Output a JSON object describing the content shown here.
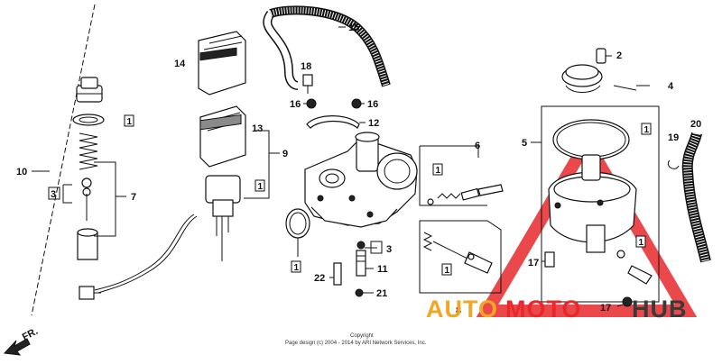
{
  "diagram": {
    "callouts": [
      {
        "id": "c1",
        "label": "1"
      },
      {
        "id": "c2",
        "label": "2"
      },
      {
        "id": "c3",
        "label": "3"
      },
      {
        "id": "c3b",
        "label": "3"
      },
      {
        "id": "c4",
        "label": "4"
      },
      {
        "id": "c5",
        "label": "5"
      },
      {
        "id": "c6",
        "label": "6"
      },
      {
        "id": "c7",
        "label": "7"
      },
      {
        "id": "c8",
        "label": "8"
      },
      {
        "id": "c9",
        "label": "9"
      },
      {
        "id": "c10",
        "label": "10"
      },
      {
        "id": "c11",
        "label": "11"
      },
      {
        "id": "c12",
        "label": "12"
      },
      {
        "id": "c13",
        "label": "13"
      },
      {
        "id": "c14",
        "label": "14"
      },
      {
        "id": "c15",
        "label": "15"
      },
      {
        "id": "c16a",
        "label": "16"
      },
      {
        "id": "c16b",
        "label": "16"
      },
      {
        "id": "c17a",
        "label": "17"
      },
      {
        "id": "c17b",
        "label": "17"
      },
      {
        "id": "c18",
        "label": "18"
      },
      {
        "id": "c19",
        "label": "19"
      },
      {
        "id": "c20",
        "label": "20"
      },
      {
        "id": "c21",
        "label": "21"
      },
      {
        "id": "c22",
        "label": "22"
      }
    ],
    "boxed_labels": [
      "1",
      "1",
      "1",
      "1",
      "1",
      "1",
      "1"
    ],
    "direction_label": "FR.",
    "copyright_line1": "Copyright",
    "copyright_line2": "Page design (c) 2004 - 2014 by ARI Network Services, Inc."
  },
  "watermark": {
    "text_part1": "AUTO",
    "text_part2": "MOTO",
    "text_part3": "HUB",
    "color_primary": "#e8282b",
    "color_secondary": "#f2a623",
    "color_dark": "#3a3a3a"
  }
}
